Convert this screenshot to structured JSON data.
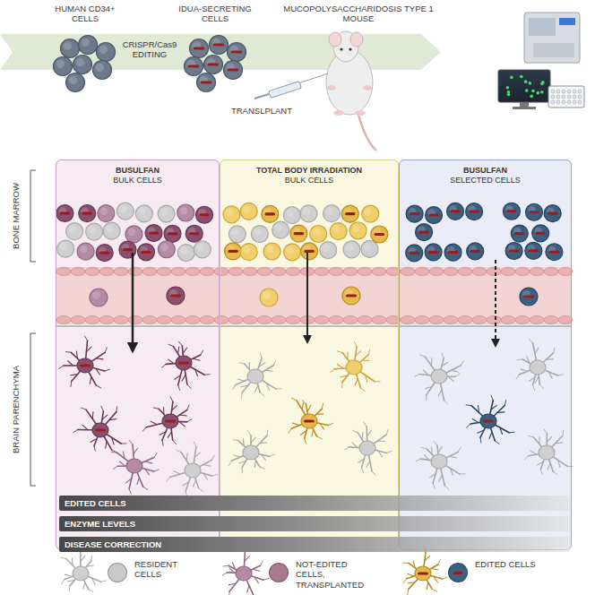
{
  "diagram": {
    "nodes": [
      {
        "text": [
          "BUSULFAN",
          "BULK CELLS"
        ]
      },
      {
        "text": [
          "TOTAL BODY IRRADIATION",
          "BULK CELLS"
        ]
      },
      {
        "text": [
          "BUSULFAN",
          "SELECTED CELLS"
        ]
      },
      {
        "text": [
          "EDITED CELLS"
        ]
      },
      {
        "text": [
          "ENZYME LEVELS"
        ]
      },
      {
        "text": [
          "DISEASE CORRECTION"
        ]
      }
    ],
    "labels": [
      "HUMAN CD34+ CELLS",
      "IDUA-SECRETING CELLS",
      "MUCOPOLYSACCHARIDOSIS TYPE 1 MOUSE",
      "CRISPR/Cas9 EDITING",
      "TRANSLPLANT",
      "BONE MARROW",
      "BRAIN PARENCHYMA"
    ],
    "legend": [
      {
        "text": "RESIDENT CELLS",
        "color": "#c9c9c9"
      },
      {
        "text": "NOT-EDITED CELLS, TRANSPLANTED",
        "color": "#a9798f"
      },
      {
        "text": "EDITED CELLS",
        "color": "#3d5f80"
      }
    ]
  }
}
